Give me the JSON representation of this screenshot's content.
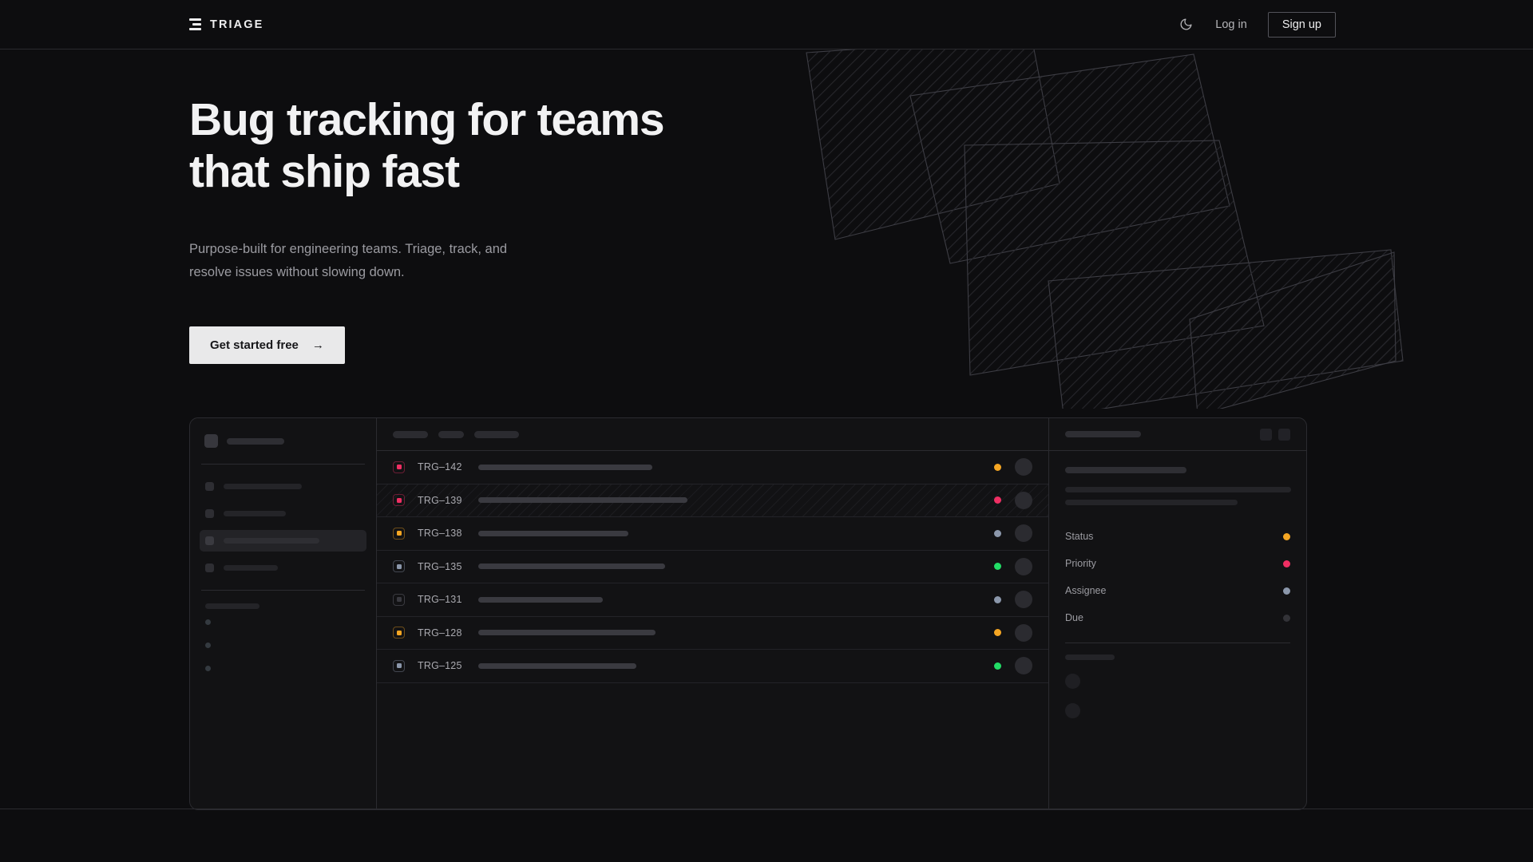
{
  "nav": {
    "brand": "TRIAGE",
    "theme_toggle_icon": "moon-icon",
    "login_label": "Log in",
    "signup_label": "Sign up"
  },
  "hero": {
    "heading": "Bug tracking for teams\nthat ship fast",
    "subheading": "Purpose-built for engineering teams. Triage, track, and\nresolve issues without slowing down.",
    "cta_label": "Get started free",
    "cta_arrow": "→"
  },
  "colors": {
    "background": "#0d0d0f",
    "surface": "#121214",
    "border": "#2b2b30",
    "text_primary": "#ededee",
    "text_muted": "#9b9ba1",
    "cta_bg": "#e9e9ea",
    "accent_orange": "#f5a623",
    "accent_pink": "#ef2f63",
    "accent_green": "#22dd66",
    "accent_slate": "#8b97ab",
    "accent_empty": "#3a3a40"
  },
  "app_mockup": {
    "sidebar": {
      "nav_items": [
        {
          "name": "nav-1",
          "active": false,
          "width": 98
        },
        {
          "name": "nav-2",
          "active": false,
          "width": 78
        },
        {
          "name": "nav-3",
          "active": true,
          "width": 120
        },
        {
          "name": "nav-4",
          "active": false,
          "width": 68
        }
      ],
      "section_label_width": 68,
      "mini_items": 3
    },
    "toolbar": {
      "chips": [
        44,
        32,
        56
      ]
    },
    "issues": [
      {
        "id": "TRG–142",
        "priority": "#ef2f63",
        "status": "#f5a623",
        "title_width": 218
      },
      {
        "id": "TRG–139",
        "priority": "#ef2f63",
        "status": "#ef2f63",
        "title_width": 262,
        "selected": true
      },
      {
        "id": "TRG–138",
        "priority": "#f5a623",
        "status": "#8b97ab",
        "title_width": 188
      },
      {
        "id": "TRG–135",
        "priority": "#8b97ab",
        "status": "#22dd66",
        "title_width": 234
      },
      {
        "id": "TRG–131",
        "priority": "#3a3a40",
        "status": "#8b97ab",
        "title_width": 156
      },
      {
        "id": "TRG–128",
        "priority": "#f5a623",
        "status": "#f5a623",
        "title_width": 222
      },
      {
        "id": "TRG–125",
        "priority": "#8b97ab",
        "status": "#22dd66",
        "title_width": 198
      }
    ],
    "detail": {
      "header_title_width": 95,
      "header_buttons": 2,
      "body_title_width": 152,
      "body_lines": [
        283,
        216
      ],
      "meta": [
        {
          "label": "Status",
          "color": "#f5a623"
        },
        {
          "label": "Priority",
          "color": "#ef2f63"
        },
        {
          "label": "Assignee",
          "color": "#8b97ab"
        },
        {
          "label": "Due",
          "color": "#333338"
        }
      ],
      "activity_label_width": 62,
      "activity_entries": 2
    }
  }
}
